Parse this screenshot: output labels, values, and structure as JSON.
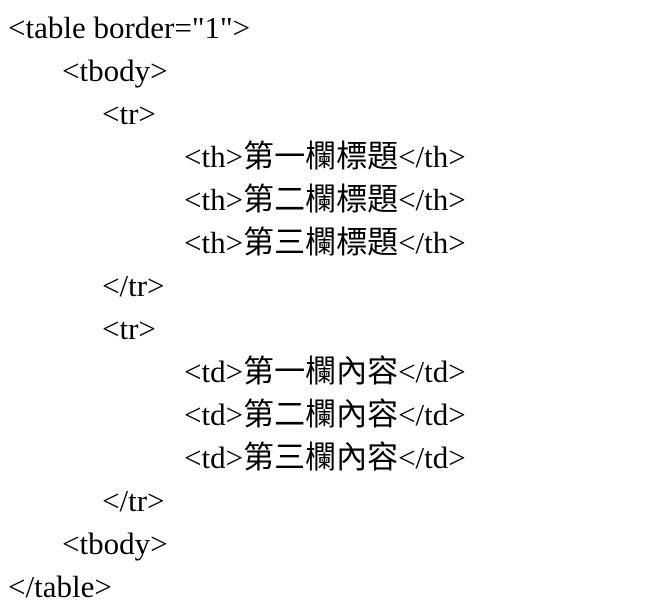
{
  "code": {
    "language": "html-source-listing",
    "lines": [
      {
        "text": "<table border=\"1\">"
      },
      {
        "text": "<tbody>"
      },
      {
        "text": "<tr>"
      },
      {
        "text": "<th>第一欄標題</th>"
      },
      {
        "text": "<th>第二欄標題</th>"
      },
      {
        "text": "<th>第三欄標題</th>"
      },
      {
        "text": "</tr>"
      },
      {
        "text": "<tr>"
      },
      {
        "text": "<td>第一欄內容</td>"
      },
      {
        "text": "<td>第二欄內容</td>"
      },
      {
        "text": "<td>第三欄內容</td>"
      },
      {
        "text": "</tr>"
      },
      {
        "text": "<tbody>"
      },
      {
        "text": "</table>"
      }
    ],
    "colors": {
      "background": "#ffffff",
      "text": "#000000"
    }
  }
}
